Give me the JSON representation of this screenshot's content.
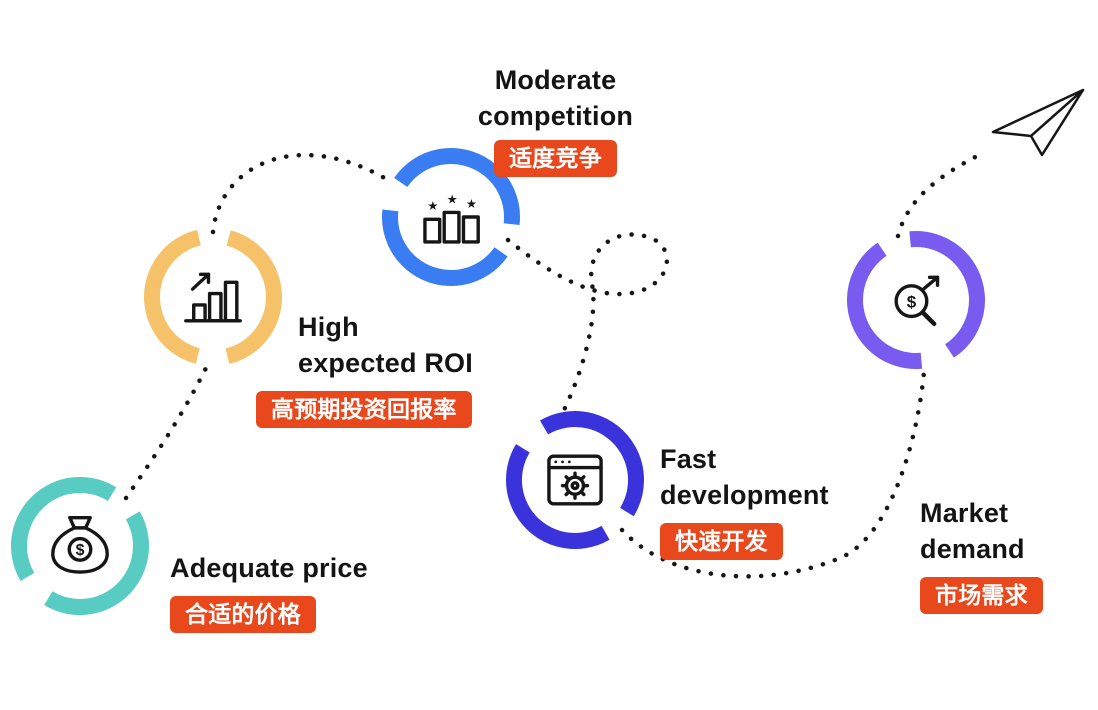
{
  "diagram": {
    "nodes": [
      {
        "id": "adequate-price",
        "label_lines": [
          "Adequate price"
        ],
        "badge": "合适的价格",
        "color": "#58CCC2",
        "icon": "money-bag-icon"
      },
      {
        "id": "high-expected-roi",
        "label_lines": [
          "High",
          "expected ROI"
        ],
        "badge": "高预期投资回报率",
        "color": "#F6C269",
        "icon": "growth-chart-icon"
      },
      {
        "id": "moderate-competition",
        "label_lines": [
          "Moderate",
          "competition"
        ],
        "badge": "适度竞争",
        "color": "#3A7DF2",
        "icon": "ranking-podium-icon"
      },
      {
        "id": "fast-development",
        "label_lines": [
          "Fast",
          "development"
        ],
        "badge": "快速开发",
        "color": "#3A33DB",
        "icon": "browser-gear-icon"
      },
      {
        "id": "market-demand",
        "label_lines": [
          "Market",
          "demand"
        ],
        "badge": "市场需求",
        "color": "#7A5BEF",
        "icon": "market-search-icon"
      }
    ],
    "badge_color": "#E8481C",
    "path_color": "#161616"
  }
}
